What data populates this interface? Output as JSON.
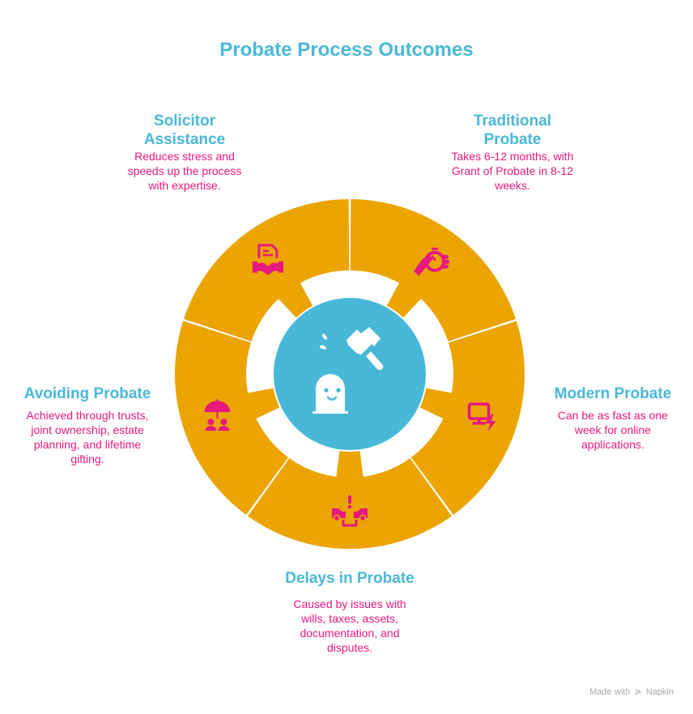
{
  "title": "Probate Process Outcomes",
  "colors": {
    "title": "#4AB8D8",
    "heading": "#4AB8D8",
    "description": "#E6197F",
    "segment": "#EBA400",
    "hub": "#48B8D9",
    "icon": "#E6197F",
    "hub_icon": "#FFFFFF"
  },
  "hub": {
    "icon": "judge-gavel-icon"
  },
  "segments": [
    {
      "heading": "Traditional Probate",
      "heading_lines": [
        "Traditional",
        "Probate"
      ],
      "description_lines": [
        "Takes 6-12 months, with",
        "Grant of Probate in 8-12",
        "weeks."
      ],
      "icon": "hand-stopwatch-icon"
    },
    {
      "heading": "Modern Probate",
      "heading_lines": [
        "Modern Probate"
      ],
      "description_lines": [
        "Can be as fast as one",
        "week for online",
        "applications."
      ],
      "icon": "monitor-lightning-icon"
    },
    {
      "heading": "Delays in Probate",
      "heading_lines": [
        "Delays in Probate"
      ],
      "description_lines": [
        "Caused by issues with",
        "wills, taxes, assets,",
        "documentation, and",
        "disputes."
      ],
      "icon": "car-conflict-icon"
    },
    {
      "heading": "Avoiding Probate",
      "heading_lines": [
        "Avoiding Probate"
      ],
      "description_lines": [
        "Achieved through trusts,",
        "joint ownership, estate",
        "planning, and lifetime",
        "gifting."
      ],
      "icon": "umbrella-people-icon"
    },
    {
      "heading": "Solicitor Assistance",
      "heading_lines": [
        "Solicitor",
        "Assistance"
      ],
      "description_lines": [
        "Reduces stress and",
        "speeds up the process",
        "with expertise."
      ],
      "icon": "contract-handshake-icon"
    }
  ],
  "footer": {
    "made_with": "Made with",
    "brand": "Napkin"
  }
}
